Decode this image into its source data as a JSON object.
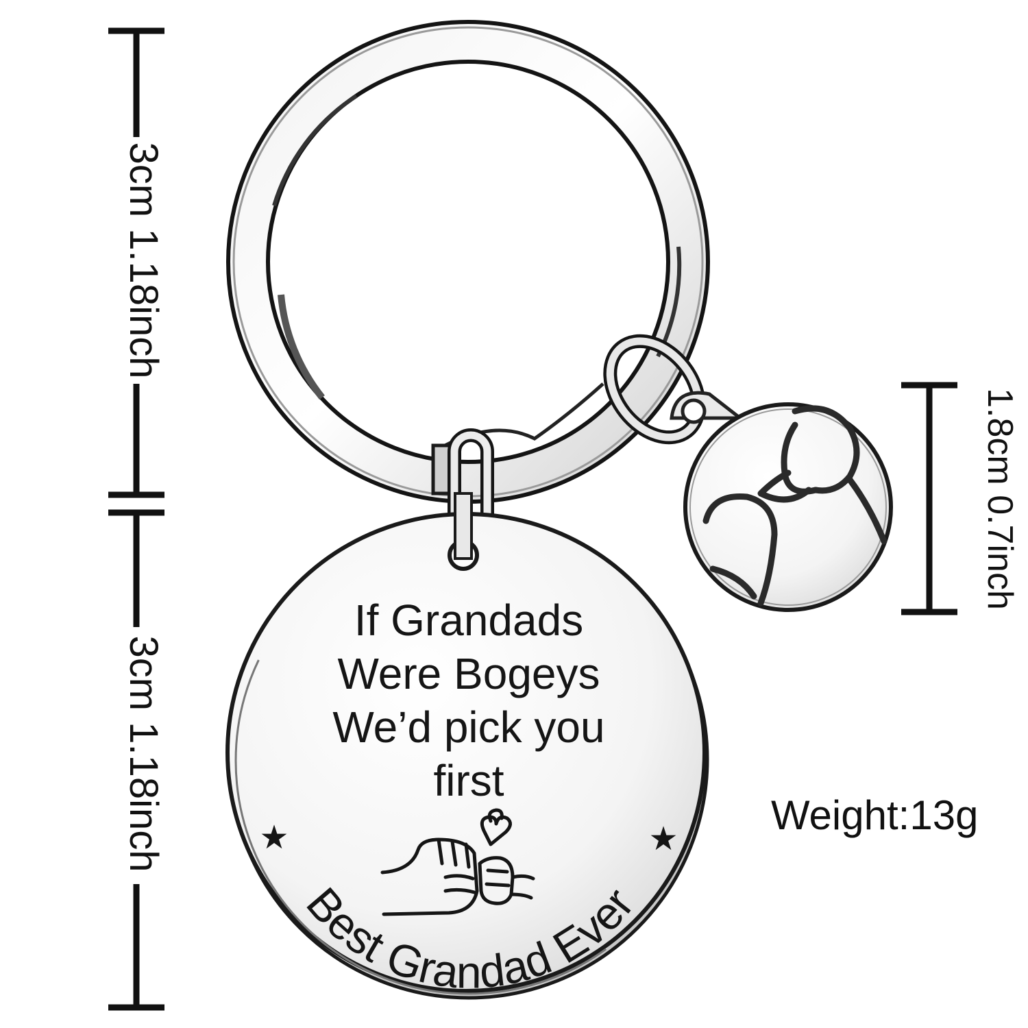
{
  "dimensions": {
    "ring_label": "3cm 1.18inch",
    "tag_label": "3cm 1.18inch",
    "charm_label": "1.8cm 0.7inch",
    "weight_label": "Weight:13g"
  },
  "tag": {
    "lines": [
      "If Grandads",
      "Were Bogeys",
      "We’d pick you",
      "first"
    ],
    "arc_text": "Best Grandad Ever",
    "star_glyph": "★"
  },
  "colors": {
    "metal_light": "#fafafa",
    "metal_mid": "#d9d9d9",
    "metal_dark": "#8c8c8c",
    "ink": "#111111"
  }
}
